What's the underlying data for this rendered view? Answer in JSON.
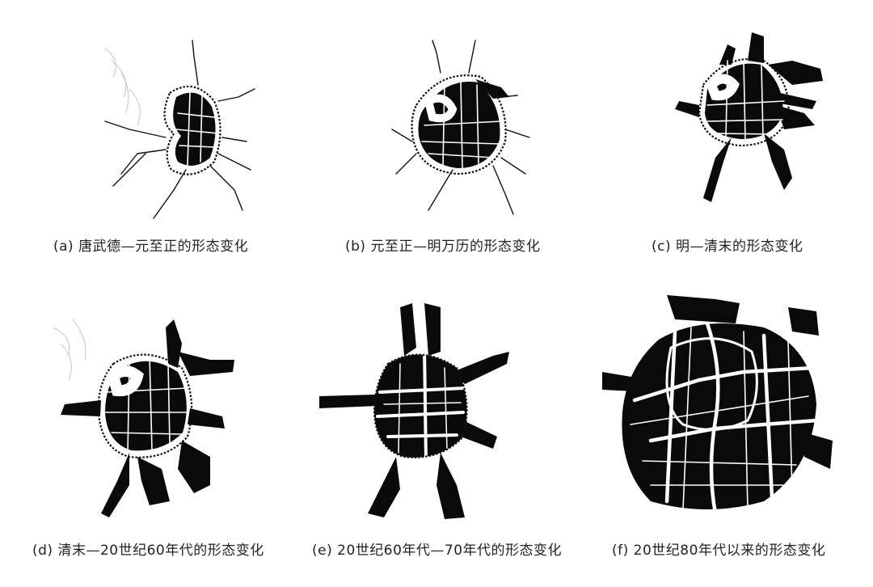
{
  "figure": {
    "panels": [
      {
        "id": "a",
        "caption": "(a) 唐武德—元至正的形态变化"
      },
      {
        "id": "b",
        "caption": "(b) 元至正—明万历的形态变化"
      },
      {
        "id": "c",
        "caption": "(c) 明—清末的形态变化"
      },
      {
        "id": "d",
        "caption": "(d) 清末—20世纪60年代的形态变化"
      },
      {
        "id": "e",
        "caption": "(e) 20世纪60年代—70年代的形态变化"
      },
      {
        "id": "f",
        "caption": "(f) 20世纪80年代以来的形态变化"
      }
    ],
    "colors": {
      "urban_fabric": "#0a0a0a",
      "background": "#ffffff",
      "caption_text": "#222222"
    }
  }
}
